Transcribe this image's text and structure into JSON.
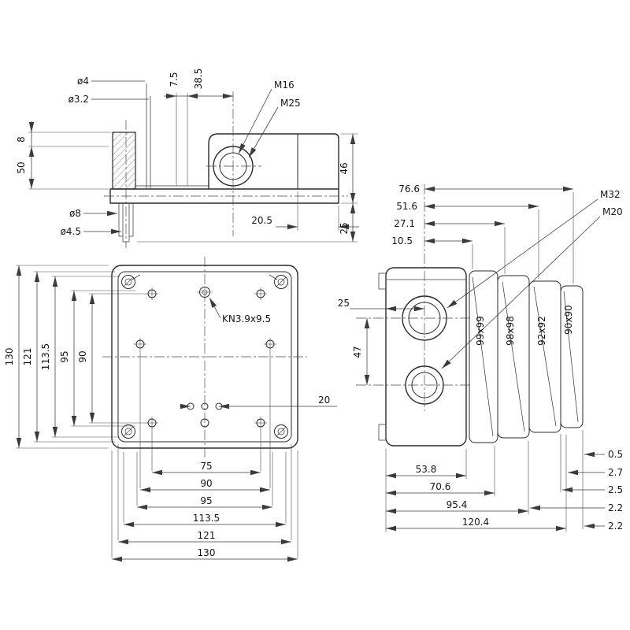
{
  "page": {
    "background": "#ffffff",
    "line_color": "#2b2b2b"
  },
  "side_view": {
    "dia_4": "ø4",
    "dia_3_2": "ø3.2",
    "dim_7_5": "7.5",
    "dim_38_5": "38.5",
    "m16": "M16",
    "m25": "M25",
    "dim_8": "8",
    "dim_50": "50",
    "dia_8": "ø8",
    "dia_4_5": "ø4.5",
    "dim_20_5": "20.5",
    "dim_46": "46",
    "dim_25": "25"
  },
  "top_view": {
    "left_dims": [
      "130",
      "121",
      "113.5",
      "95",
      "90"
    ],
    "knockout_label": "KN3.9x9.5",
    "dim_20": "20",
    "bottom_dims": [
      "75",
      "90",
      "95",
      "113.5",
      "121",
      "130"
    ]
  },
  "right_view": {
    "top_dims": [
      "76.6",
      "51.6",
      "27.1",
      "10.5"
    ],
    "m32": "M32",
    "m20": "M20",
    "dim_25": "25",
    "dim_47": "47",
    "section_sizes": [
      "99x99",
      "98x98",
      "92x92",
      "90x90"
    ],
    "bottom_dims": [
      "53.8",
      "70.6",
      "95.4",
      "120.4"
    ],
    "wall_thickness_dims": [
      "0.5",
      "2.7",
      "2.5",
      "2.2",
      "2.2"
    ]
  }
}
